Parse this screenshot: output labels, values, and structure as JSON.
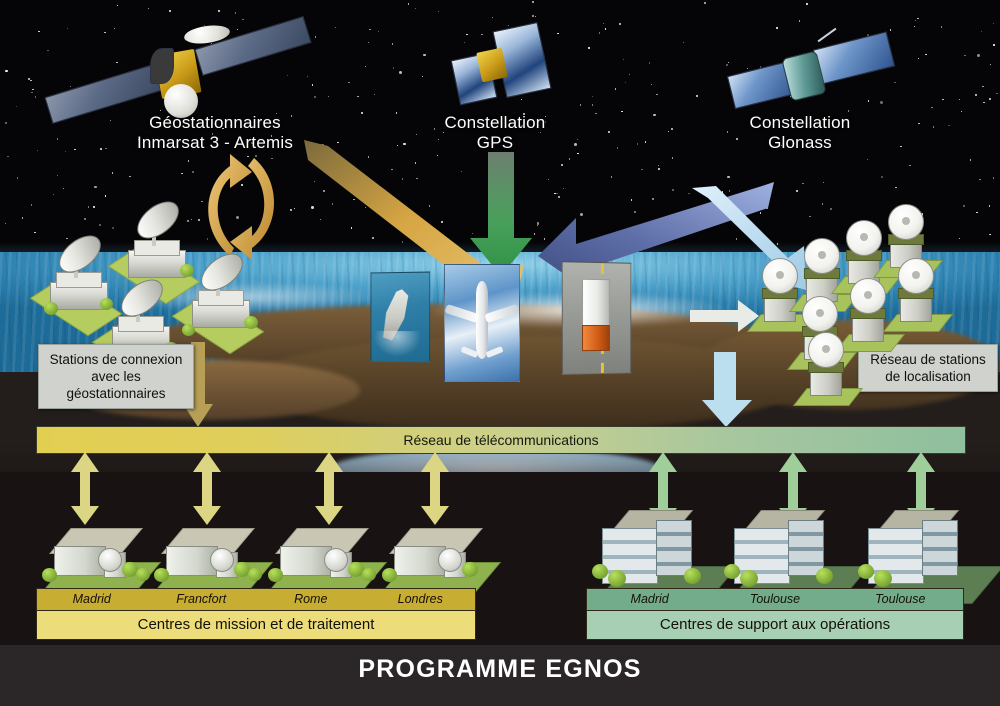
{
  "diagram": {
    "title": "PROGRAMME EGNOS",
    "sky_labels": [
      {
        "id": "geo",
        "line1": "Géostationnaires",
        "line2": "Inmarsat 3 - Artemis"
      },
      {
        "id": "gps",
        "line1": "Constellation",
        "line2": "GPS"
      },
      {
        "id": "glonass",
        "line1": "Constellation",
        "line2": "Glonass"
      }
    ],
    "info_boxes": [
      {
        "id": "uplink-stations",
        "text": "Stations de connexion avec les géostationnaires"
      },
      {
        "id": "ranging-stations",
        "text": "Réseau de stations de localisation"
      }
    ],
    "telecom_bar": {
      "label": "Réseau de télécommunications"
    },
    "mission_group": {
      "bar_label": "Centres de mission et de traitement",
      "cities": [
        "Madrid",
        "Francfort",
        "Rome",
        "Londres"
      ]
    },
    "support_group": {
      "bar_label": "Centres de support aux opérations",
      "cities": [
        "Madrid",
        "Toulouse",
        "Toulouse"
      ]
    },
    "vehicles": [
      {
        "id": "ship-panel",
        "name": "ship"
      },
      {
        "id": "aircraft-panel",
        "name": "aircraft"
      },
      {
        "id": "truck-panel",
        "name": "truck"
      }
    ],
    "colors": {
      "space": "#050507",
      "ocean": "#2a7fae",
      "telecom_bar_left": "#e2cf52",
      "telecom_bar_right": "#8fbf9e",
      "mission_bar": "#ecdd7a",
      "mission_cities": "#c8ad33",
      "support_bar": "#a7cfb4",
      "support_cities": "#73ac8a",
      "geo_arrow": "#d9a63f",
      "gps_arrow": "#3f9e52",
      "glonass_arrow": "#6f7fb5",
      "uplink_arrow": "#c0a85c",
      "telecom_arrow": "#ddd887",
      "support_arrow": "#9ecb9a",
      "title_text": "#ffffff",
      "infobox_bg": "#cfd2cd"
    },
    "counts": {
      "uplink_stations": 4,
      "ranging_stations": 8,
      "mission_centres": 4,
      "support_centres": 3
    }
  }
}
